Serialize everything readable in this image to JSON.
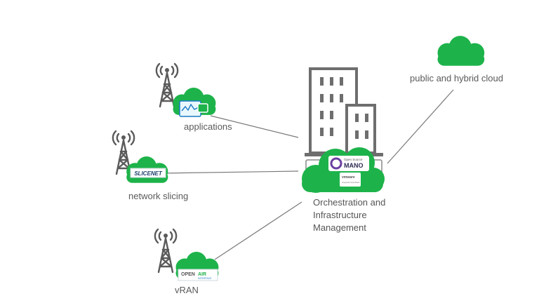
{
  "nodes": {
    "applications": {
      "label": "applications"
    },
    "network_slicing": {
      "label": "network slicing",
      "logo_text": "SLICENET"
    },
    "vran": {
      "label": "vRAN",
      "logo_text_1": "OPEN",
      "logo_text_2": "AIR",
      "logo_sub": "INTERFACE"
    },
    "cloud": {
      "label": "public and hybrid cloud"
    },
    "hub": {
      "label_lines": [
        "Orchestration and",
        "Infrastructure",
        "Management"
      ],
      "osm_small": "Open Source",
      "osm_big": "MANO",
      "vmware": "vmware",
      "vmware_sub": "Integrated OpenStack"
    }
  },
  "colors": {
    "cloud_green": "#1db34a",
    "line_gray": "#7a7a7a",
    "tower_gray": "#5a5a5a",
    "building_gray": "#707070",
    "text_gray": "#5a5a5a"
  },
  "icons": [
    "antenna-tower-icon",
    "cloud-icon",
    "office-building-icon",
    "monitor-chart-icon"
  ]
}
